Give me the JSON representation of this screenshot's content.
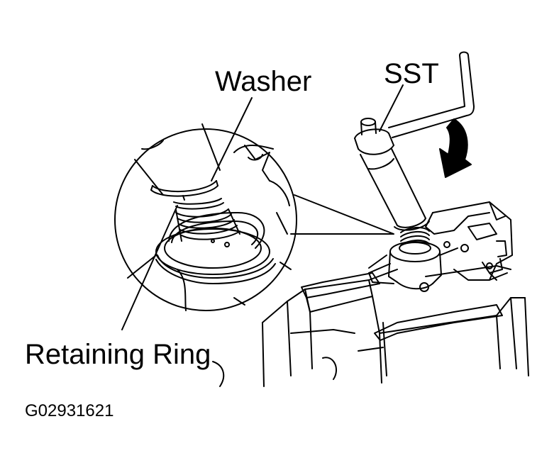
{
  "figure": {
    "labels": {
      "washer": "Washer",
      "sst": "SST",
      "retaining_ring": "Retaining Ring"
    },
    "figure_code": "G02931621"
  },
  "colors": {
    "ink": "#000000",
    "paper": "#ffffff"
  },
  "icons": {
    "rotation_arrow": "curved-arrow-down-icon"
  }
}
